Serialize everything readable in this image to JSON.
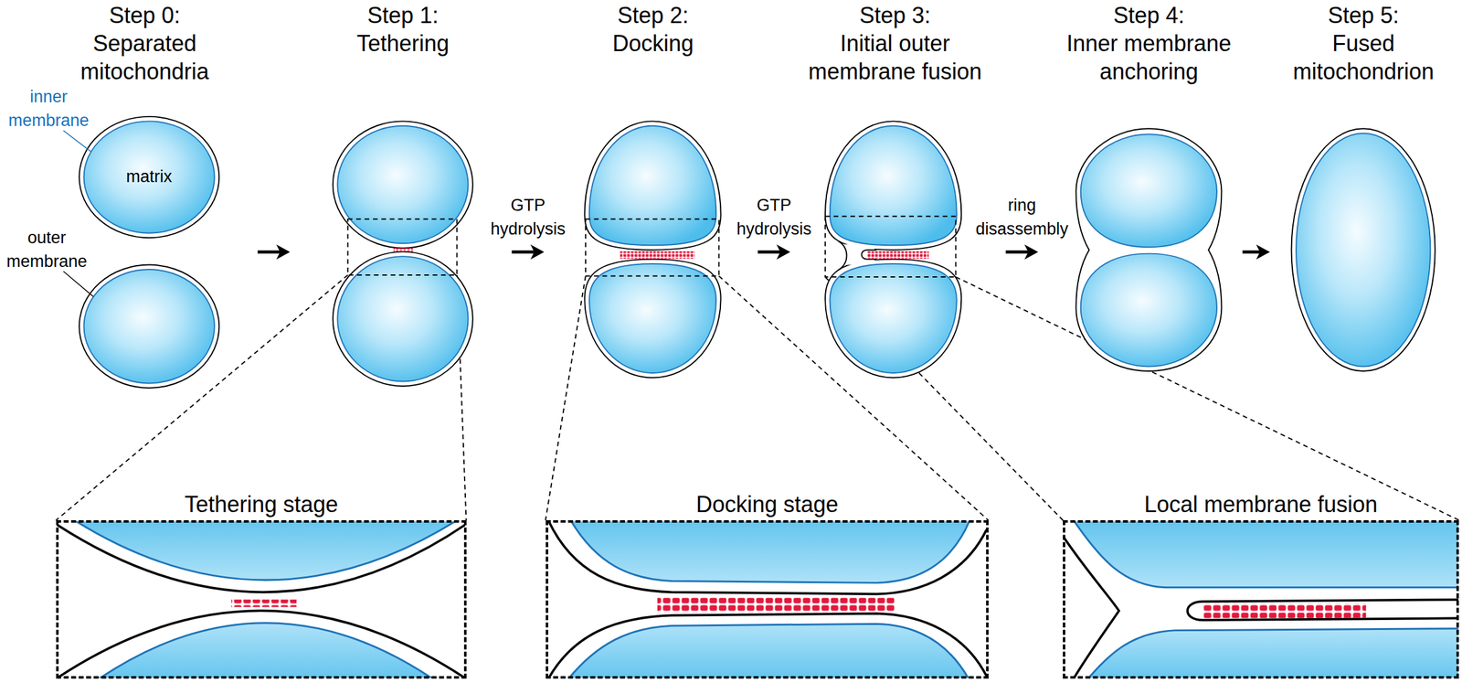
{
  "diagram": {
    "nodes": [
      {
        "text": [
          "Step 0:",
          "Separated mitochondria"
        ]
      },
      {
        "text": [
          "Step 1:",
          "Tethering"
        ]
      },
      {
        "text": [
          "Step 2:",
          "Docking"
        ]
      },
      {
        "text": [
          "Step 3:",
          "Initial outer membrane fusion"
        ]
      },
      {
        "text": [
          "Step 4:",
          "Inner membrane anchoring"
        ]
      },
      {
        "text": [
          "Step 5:",
          "Fused mitochondrion"
        ]
      },
      {
        "text": [
          "Tethering stage"
        ]
      },
      {
        "text": [
          "Docking stage"
        ]
      },
      {
        "text": [
          "Local membrane fusion"
        ]
      }
    ],
    "edges": [
      {
        "from": 0,
        "to": 1,
        "arrow": "to"
      },
      {
        "from": 1,
        "to": 2,
        "label": "GTP hydrolysis",
        "arrow": "to"
      },
      {
        "from": 2,
        "to": 3,
        "label": "GTP hydrolysis",
        "arrow": "to"
      },
      {
        "from": 3,
        "to": 4,
        "label": "ring disassembly",
        "arrow": "to"
      },
      {
        "from": 4,
        "to": 5,
        "arrow": "to"
      }
    ],
    "labels": [
      "inner membrane",
      "matrix",
      "outer membrane"
    ]
  }
}
